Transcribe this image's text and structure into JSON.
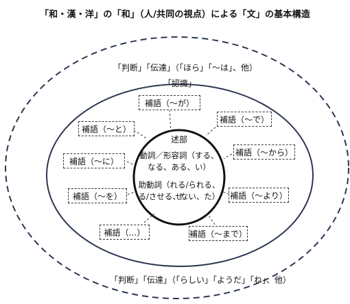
{
  "title": "「和・漢・洋」の「和」（人/共同の視点）による「文」の基本構造",
  "outer_top_label": "「判断」「伝達」（「ほら」「～は」、他）",
  "outer_bottom_label": "「判断」「伝達」（「らしい」「ようだ」「ね」、他）",
  "middle_label": "「認識」",
  "center": {
    "heading": "述部",
    "line1": "動詞／形容詞（する、",
    "line2": "なる、ある、い）",
    "line3": "助動詞（れる/られる、せ",
    "line4": "る/させる、ない、た）"
  },
  "complements": {
    "ga": "補語（～が）",
    "to": "補語（～と）",
    "de": "補語（～で）",
    "ni": "補語（～に）",
    "kara": "補語（～から）",
    "wo": "補語（～を）",
    "yori": "補語（～より）",
    "etc": "補語（…）",
    "made": "補語（～まで）"
  }
}
